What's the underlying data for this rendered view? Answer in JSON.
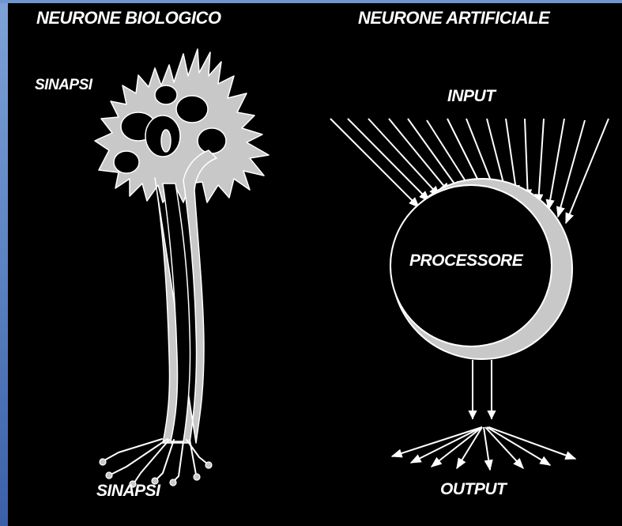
{
  "diagram": {
    "biological": {
      "title": "NEURONE BIOLOGICO",
      "synapse_top": "SINAPSI",
      "synapse_bottom": "SINAPSI"
    },
    "artificial": {
      "title": "NEURONE ARTIFICIALE",
      "input": "INPUT",
      "processor": "PROCESSORE",
      "output": "OUTPUT"
    }
  },
  "colors": {
    "background": "#000000",
    "line": "#ffffff",
    "fill": "#c8c8c8",
    "frame": "#5f86c4"
  }
}
